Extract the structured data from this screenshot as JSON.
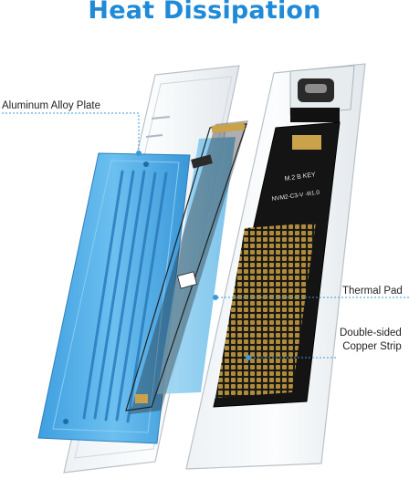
{
  "title": "Heat Dissipation",
  "callouts": {
    "aluminum_alloy_plate": "Aluminum Alloy Plate",
    "thermal_pad": "Thermal Pad",
    "copper_strip_line1": "Double-sided",
    "copper_strip_line2": "Copper Strip"
  },
  "board_text": {
    "key": "M.2 B KEY",
    "model": "NVM2-C3-V -R1.0"
  },
  "colors": {
    "title": "#1e8ad8",
    "plate": "#5ab4ea",
    "leader_line": "#3a9ad9",
    "pcb": "#141414",
    "copper": "#b08a3c"
  }
}
